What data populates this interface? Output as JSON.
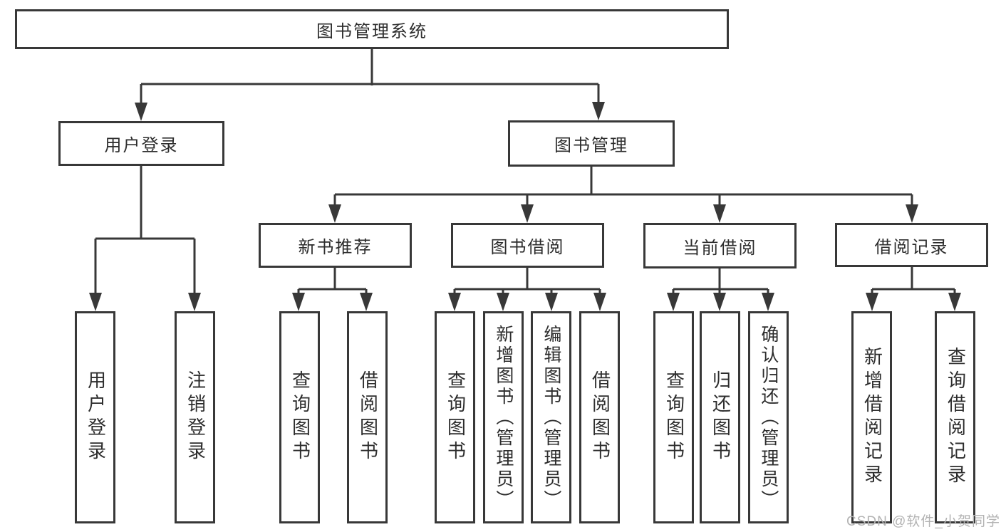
{
  "diagram": {
    "root": {
      "label": "图书管理系统"
    },
    "branches": [
      {
        "label": "用户登录",
        "children": [
          {
            "label": "用户登录"
          },
          {
            "label": "注销登录"
          }
        ]
      },
      {
        "label": "图书管理",
        "sections": [
          {
            "label": "新书推荐",
            "children": [
              {
                "label": "查询图书"
              },
              {
                "label": "借阅图书"
              }
            ]
          },
          {
            "label": "图书借阅",
            "children": [
              {
                "label": "查询图书"
              },
              {
                "label": "新增图书（管理员）"
              },
              {
                "label": "编辑图书（管理员）"
              },
              {
                "label": "借阅图书"
              }
            ]
          },
          {
            "label": "当前借阅",
            "children": [
              {
                "label": "查询图书"
              },
              {
                "label": "归还图书"
              },
              {
                "label": "确认归还（管理员）"
              }
            ]
          },
          {
            "label": "借阅记录",
            "children": [
              {
                "label": "新增借阅记录"
              },
              {
                "label": "查询借阅记录"
              }
            ]
          }
        ]
      }
    ],
    "watermark": "CSDN @软件_小贺同学",
    "colors": {
      "line": "#383838",
      "text": "#2d2d2d",
      "watermark": "#b3b3b3",
      "background": "#ffffff"
    }
  }
}
